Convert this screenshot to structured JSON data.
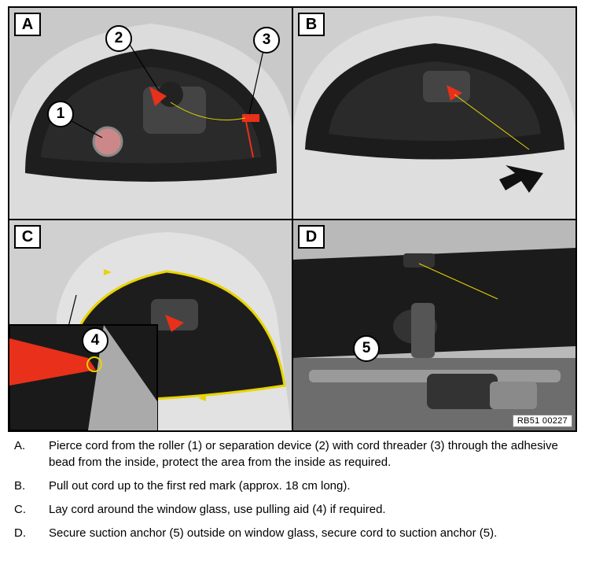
{
  "panels": [
    {
      "letter": "A",
      "callouts": [
        "1",
        "2",
        "3"
      ]
    },
    {
      "letter": "B",
      "callouts": []
    },
    {
      "letter": "C",
      "callouts": [
        "4"
      ]
    },
    {
      "letter": "D",
      "callouts": [
        "5"
      ]
    }
  ],
  "reference_code": "RB51 00227",
  "steps": [
    {
      "letter": "A.",
      "text": "Pierce cord from the roller (1) or separation device (2) with cord threader (3) through the adhesive bead from the inside, protect the area from the inside as required."
    },
    {
      "letter": "B.",
      "text": "Pull out cord up to the first red mark (approx. 18 cm long)."
    },
    {
      "letter": "C.",
      "text": "Lay cord around the window glass, use pulling aid (4) if required."
    },
    {
      "letter": "D.",
      "text": "Secure suction anchor (5) outside on window glass, secure cord to suction anchor (5)."
    }
  ],
  "colors": {
    "cord": "#e8d400",
    "tool_red": "#e8301a",
    "car_body": "#d8d8d8",
    "glass": "#1a1a1a"
  }
}
